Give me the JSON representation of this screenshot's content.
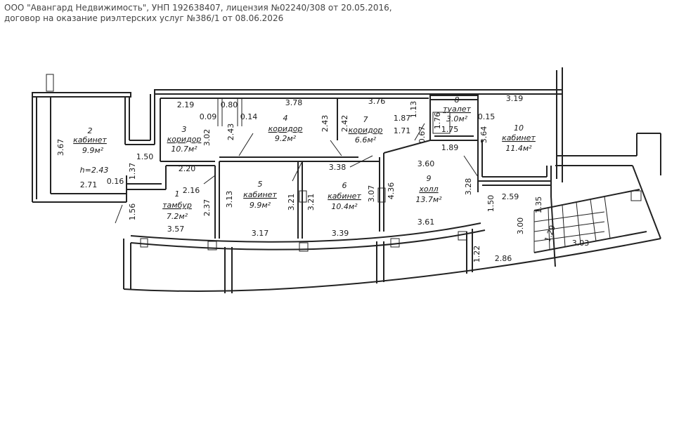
{
  "header": {
    "line1": "ООО \"Авангард Недвижимость\", УНП 192638407, лицензия №02240/308 от 20.05.2016,",
    "line2": "договор на оказание риэлтерских услуг №386/1 от 08.06.2026"
  },
  "rooms": {
    "r1": {
      "num": "1",
      "name": "тамбур",
      "area": "7.2м²"
    },
    "r2": {
      "num": "2",
      "name": "кабинет",
      "area": "9.9м²",
      "height": "h=2.43"
    },
    "r3": {
      "num": "3",
      "name": "коридор",
      "area": "10.7м²"
    },
    "r4": {
      "num": "4",
      "name": "коридор",
      "area": "9.2м²"
    },
    "r5": {
      "num": "5",
      "name": "кабинет",
      "area": "9.9м²"
    },
    "r6": {
      "num": "6",
      "name": "кабинет",
      "area": "10.4м²"
    },
    "r7": {
      "num": "7",
      "name": "коридор",
      "area": "6.6м²"
    },
    "r8": {
      "num": "8",
      "name": "туалет",
      "area": "3.0м²"
    },
    "r9": {
      "num": "9",
      "name": "холл",
      "area": "13.7м²"
    },
    "r10": {
      "num": "10",
      "name": "кабинет",
      "area": "11.4м²"
    }
  },
  "dims": {
    "d_2_19": "2.19",
    "d_0_09": "0.09",
    "d_0_80": "0.80",
    "d_0_14": "0.14",
    "d_3_78": "3.78",
    "d_3_76": "3.76",
    "d_1_13": "1.13",
    "d_3_19": "3.19",
    "d_1_87": "1.87",
    "d_1_76": "1.76",
    "d_0_15": "0.15",
    "d_1_71": "1.71",
    "d_1_75": "1.75",
    "d_0_67": "0.67",
    "d_3_64": "3.64",
    "d_1_89": "1.89",
    "d_2_42": "2.42",
    "d_2_43a": "2.43",
    "d_2_43b": "2.43",
    "d_3_02": "3.02",
    "d_3_67": "3.67",
    "d_1_50a": "1.50",
    "d_1_37": "1.37",
    "d_2_20": "2.20",
    "d_2_71": "2.71",
    "d_0_16": "0.16",
    "d_2_16": "2.16",
    "d_1_56": "1.56",
    "d_2_37": "2.37",
    "d_3_57": "3.57",
    "d_3_13": "3.13",
    "d_3_21a": "3.21",
    "d_3_21b": "3.21",
    "d_3_07": "3.07",
    "d_4_36": "4.36",
    "d_3_38": "3.38",
    "d_3_60": "3.60",
    "d_3_28": "3.28",
    "d_2_59": "2.59",
    "d_1_50b": "1.50",
    "d_1_35": "1.35",
    "d_3_00": "3.00",
    "d_3_17": "3.17",
    "d_3_39": "3.39",
    "d_3_61": "3.61",
    "d_1_22": "1.22",
    "d_2_86": "2.86",
    "d_1_29": "1.29",
    "d_3_03": "3.03"
  }
}
